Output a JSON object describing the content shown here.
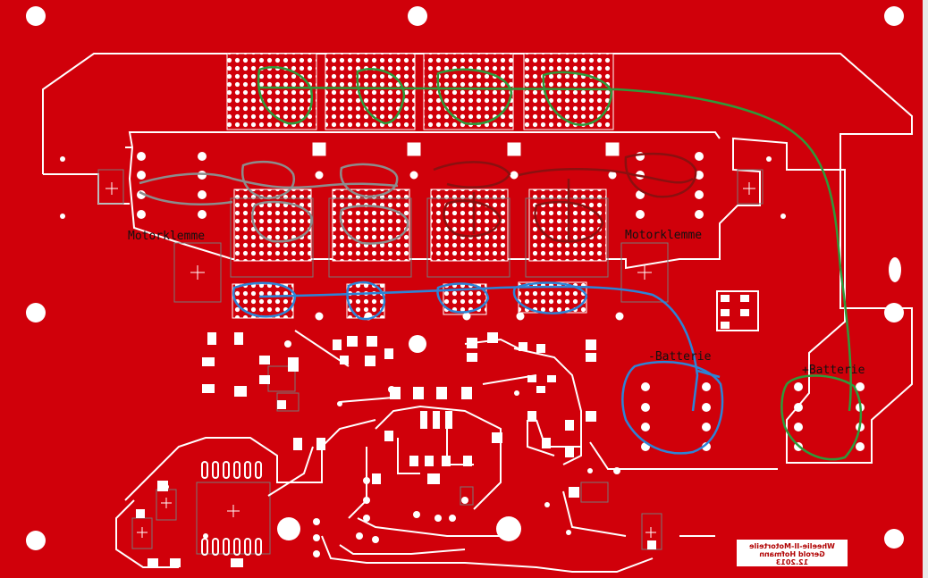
{
  "labels": {
    "motor_left": "Motorklemme",
    "motor_right": "Motorklemme",
    "battery_minus": "-Batterie",
    "battery_plus": "+Batterie"
  },
  "mirrored_text": {
    "line1": "Wheelie-II-Motorteile",
    "line2": "Gerold Hofmann",
    "line3": "12.2013"
  },
  "colors": {
    "board": "#d0000a",
    "copper_line": "#ffffff",
    "green_mark": "#2e9a3a",
    "blue_mark": "#2d84d6",
    "gray_mark": "#8c8c8c",
    "darkred_mark": "#8a1010",
    "right_margin": "#e8e8e8"
  }
}
